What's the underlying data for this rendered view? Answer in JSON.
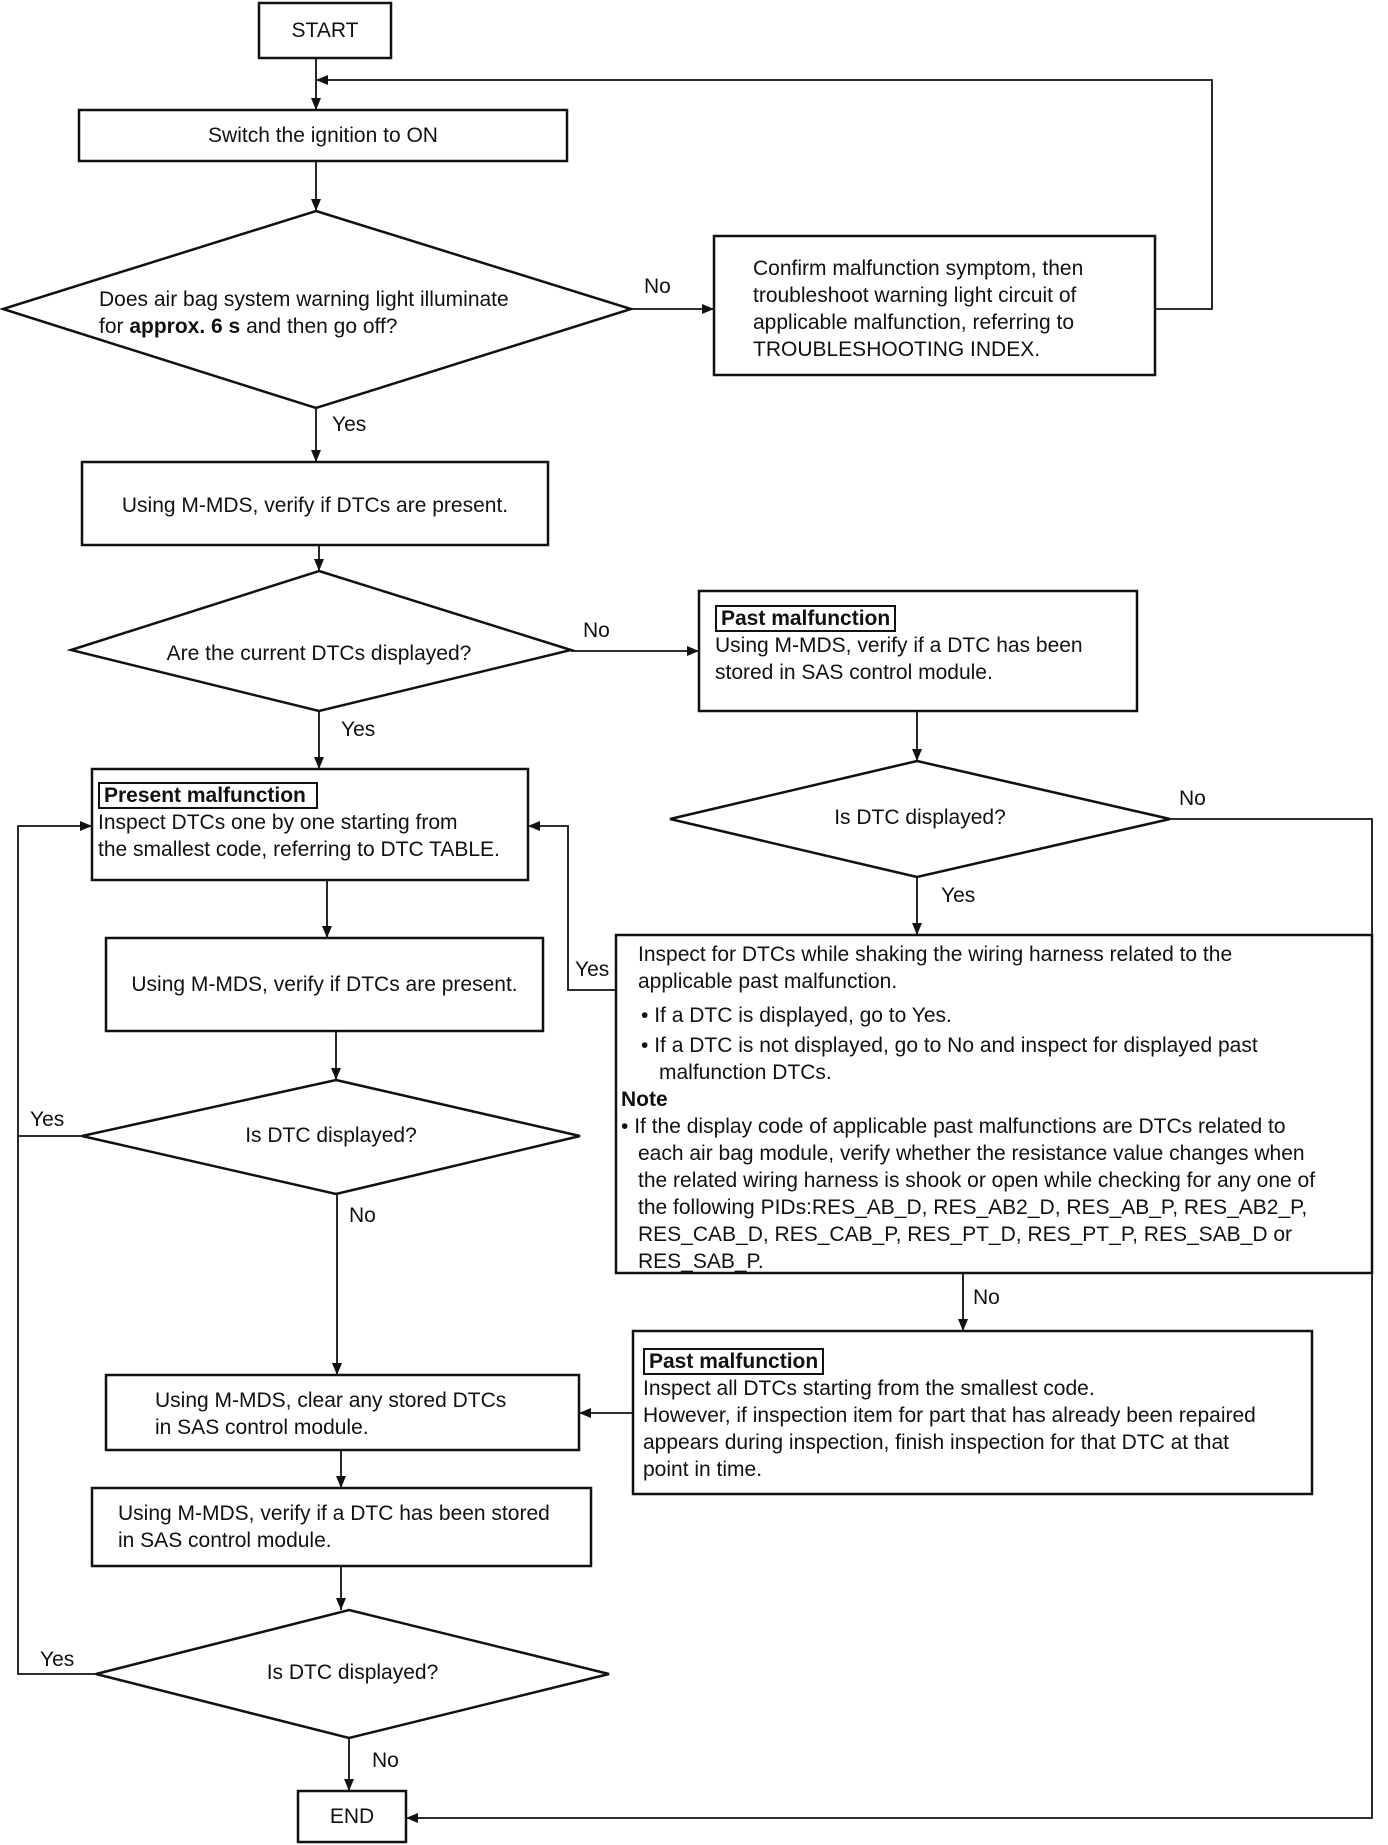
{
  "start": "START",
  "ignition": "Switch the ignition to ON",
  "q_light": {
    "line1": "Does air bag system warning light illuminate",
    "line2_pre": "for ",
    "line2_bold": "approx. 6 s",
    "line2_post": " and then go off?"
  },
  "confirm_box": [
    "Confirm malfunction symptom, then",
    "troubleshoot warning light circuit of",
    "applicable malfunction, referring to",
    "TROUBLESHOOTING INDEX."
  ],
  "verify_present_1": "Using M-MDS, verify if DTCs are present.",
  "q_current": "Are the current DTCs displayed?",
  "past_box_1": {
    "title": "Past malfunction",
    "lines": [
      "Using M-MDS, verify if a DTC has been",
      "stored in SAS control module."
    ]
  },
  "present_box": {
    "title": "Present malfunction",
    "lines": [
      "Inspect DTCs one by one starting from",
      "the smallest code, referring to DTC TABLE."
    ]
  },
  "q_dtc": "Is DTC displayed?",
  "verify_present_2": "Using M-MDS, verify if DTCs are present.",
  "shake_box": {
    "lines": [
      "Inspect for DTCs while shaking the wiring harness related to the",
      "applicable past malfunction."
    ],
    "bullet1": "If a DTC is displayed, go to Yes.",
    "bullet2_l1": "If a DTC is not displayed, go to No and inspect for displayed past",
    "bullet2_l2": "malfunction DTCs.",
    "note_title": "Note",
    "note_lines": [
      "If the display code of applicable past malfunctions are DTCs related to",
      "each air bag module, verify whether the resistance value changes when",
      "the related wiring harness is shook or open while checking for any one of",
      "the following PIDs:RES_AB_D, RES_AB2_D, RES_AB_P, RES_AB2_P,",
      "RES_CAB_D, RES_CAB_P, RES_PT_D, RES_PT_P, RES_SAB_D or",
      "RES_SAB_P."
    ]
  },
  "past_box_2": {
    "title": "Past malfunction",
    "lines": [
      "Inspect all DTCs starting from the smallest code.",
      "However, if inspection item for part that has already been repaired",
      "appears during inspection, finish inspection for that DTC at that",
      "point in time."
    ]
  },
  "clear_box": [
    "Using M-MDS, clear any stored DTCs",
    "in SAS control module."
  ],
  "verify_stored": [
    "Using M-MDS, verify if a DTC has been stored",
    "in SAS control module."
  ],
  "end": "END",
  "labels": {
    "yes": "Yes",
    "no": "No",
    "bullet": "•"
  }
}
